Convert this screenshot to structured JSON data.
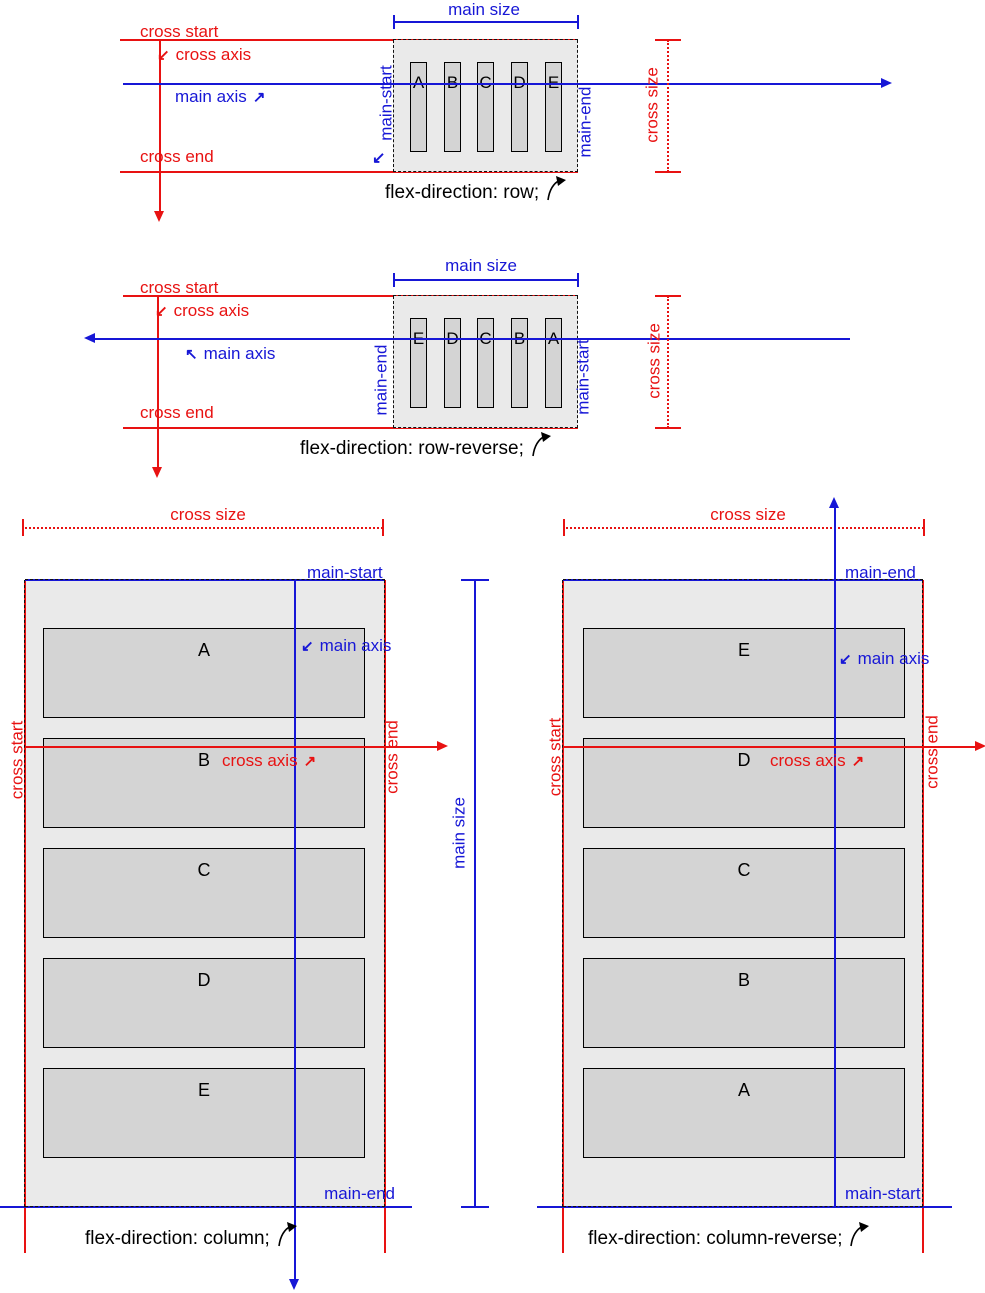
{
  "colors": {
    "red": "#e81212",
    "blue": "#1717d6",
    "container_fill": "#eaeaea",
    "item_fill": "#d4d4d4",
    "item_border": "#000000",
    "caption_text": "#000000"
  },
  "shared_labels": {
    "cross_start": "cross start",
    "cross_end": "cross end",
    "cross_axis": "cross axis",
    "main_axis": "main axis",
    "main_size": "main size",
    "cross_size": "cross size",
    "main_start": "main-start",
    "main_end": "main-end"
  },
  "glyphs": {
    "arrow_up_right": "↗",
    "arrow_down_left": "↙",
    "arrow_up_left": "↖"
  },
  "diagrams": {
    "row": {
      "caption": "flex-direction: row;",
      "items": [
        "A",
        "B",
        "C",
        "D",
        "E"
      ]
    },
    "row_reverse": {
      "caption": "flex-direction: row-reverse;",
      "items": [
        "E",
        "D",
        "C",
        "B",
        "A"
      ]
    },
    "column": {
      "caption": "flex-direction: column;",
      "items": [
        "A",
        "B",
        "C",
        "D",
        "E"
      ]
    },
    "column_reverse": {
      "caption": "flex-direction: column-reverse;",
      "items": [
        "E",
        "D",
        "C",
        "B",
        "A"
      ]
    }
  }
}
